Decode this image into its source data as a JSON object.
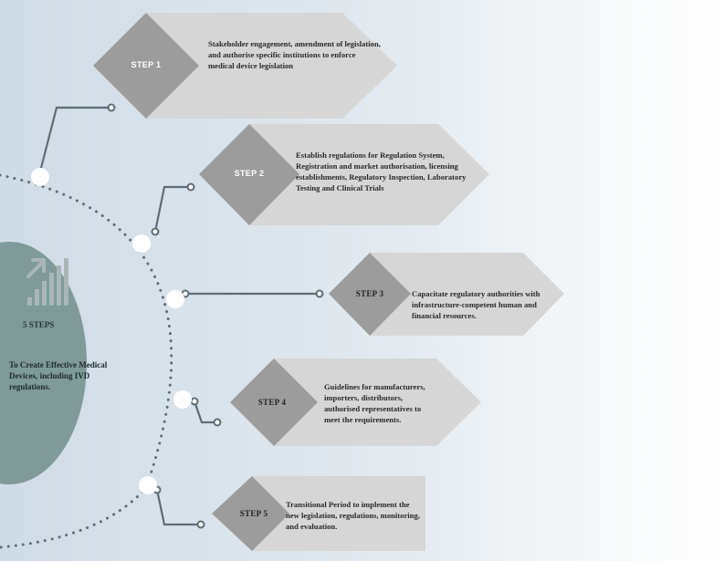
{
  "hub": {
    "title": "5 STEPS",
    "description": "To Create Effective Medical Devices, including IVD regulations.",
    "icon": "growth-chart-icon"
  },
  "colors": {
    "hub_fill": "#7f9a99",
    "arrow_light": "#d6d6d6",
    "diamond_dark": "#9c9c9c",
    "connector": "#5e6d74"
  },
  "steps": [
    {
      "label": "STEP 1",
      "text": "Stakeholder engagement, amendment of legislation, and authorise specific institutions to enforce medical device legislation"
    },
    {
      "label": "STEP 2",
      "text": "Establish regulations for Regulation System, Registration and market authorisation, licensing establishments, Regulatory Inspection, Laboratory Testing and Clinical Trials"
    },
    {
      "label": "STEP 3",
      "text": "Capacitate regulatory authorities with infrastructure-competent human and financial resources."
    },
    {
      "label": "STEP 4",
      "text": "Guidelines for manufacturers, importers, distributors, authorised representatives to meet the requirements."
    },
    {
      "label": "STEP 5",
      "text": "Transitional Period to implement the new legislation, regulations, monitoring, and evaluation."
    }
  ]
}
